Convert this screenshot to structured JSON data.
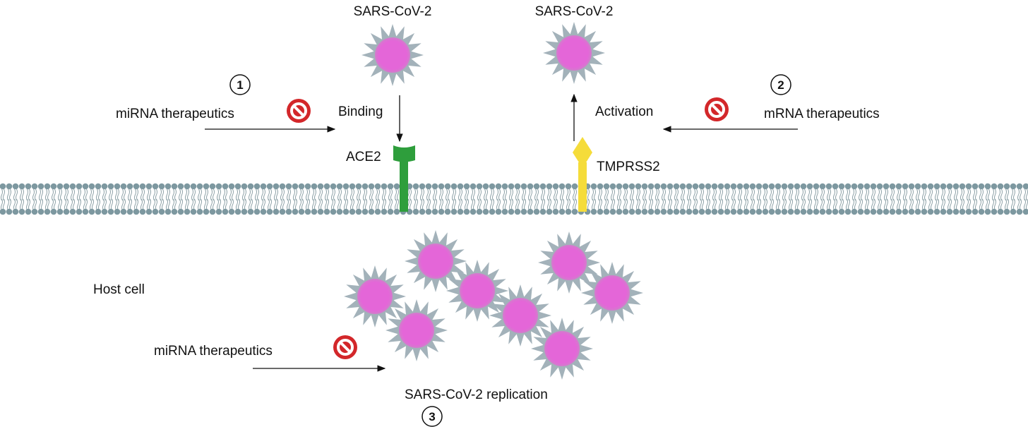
{
  "labels": {
    "virus_top_left": "SARS-CoV-2",
    "virus_top_right": "SARS-CoV-2",
    "step1_number": "1",
    "step2_number": "2",
    "step3_number": "3",
    "mirna_top": "miRNA therapeutics",
    "mrna_top": "mRNA therapeutics",
    "binding": "Binding",
    "activation": "Activation",
    "ace2": "ACE2",
    "tmprss2": "TMPRSS2",
    "host_cell": "Host cell",
    "mirna_bottom": "miRNA therapeutics",
    "replication": "SARS-CoV-2 replication"
  },
  "colors": {
    "virus_core": "#e466d8",
    "virus_spikes": "#a3b2ba",
    "ace2": "#2e9e3c",
    "tmprss2": "#f5dc3a",
    "membrane_heads": "#7d98a0",
    "stop": "#d3272a"
  },
  "icons": [
    "prohibited-icon",
    "virus-icon",
    "arrow-icon"
  ]
}
